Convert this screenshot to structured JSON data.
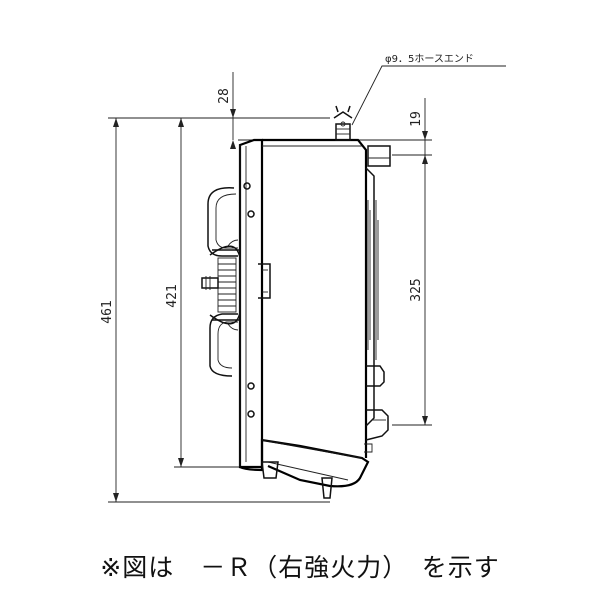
{
  "dimensions": {
    "overall_height": "461",
    "body_height": "421",
    "top_offset": "28",
    "hose_offset": "19",
    "leg_spacing": "325"
  },
  "callout": {
    "hose_end": "φ9．5ホースエンド"
  },
  "footnote": {
    "text": "※図は　－Ｒ（右強火力）　を示す"
  }
}
